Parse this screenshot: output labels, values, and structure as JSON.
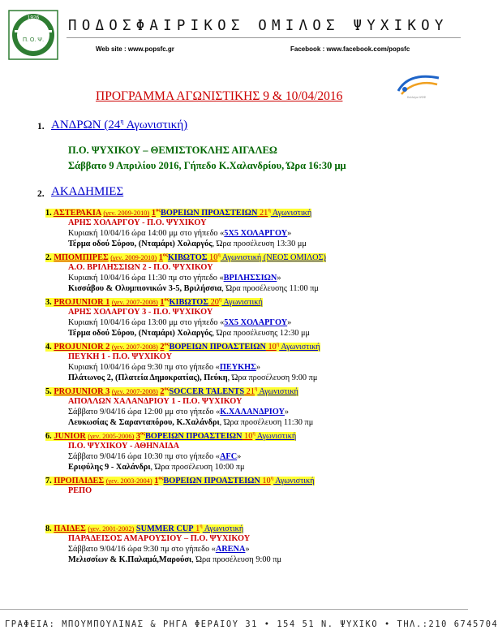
{
  "header": {
    "logo_year": "1926",
    "logo_letters": "Π. Ο.  Ψ.",
    "club_name": "ΠΟΔΟΣΦΑΙΡΙΚΟΣ ΟΜΙΛΟΣ ΨΥΧΙΚΟΥ",
    "website": "Web site : www.popsfc.gr",
    "facebook": "Facebook : www.facebook.com/popsfc",
    "sponsor_caption": "Κολλέγιο ΨΟΦ"
  },
  "title": "ΠΡΟΓΡΑΜΜΑ  ΑΓΩΝΙΣΤΙΚΗΣ 9 & 10/04/2016",
  "men": {
    "number": "1.",
    "heading": "ΑΝΔΡΩΝ (24",
    "heading_sup": "η",
    "heading_tail": " Αγωνιστική)",
    "match": "Π.Ο. ΨΥΧΙΚΟΥ – ΘΕΜΙΣΤΟΚΛΗΣ ΑΙΓΑΛΕΩ",
    "details": "Σάββατο 9 Απριλίου 2016,  Γήπεδο Κ.Χαλανδρίου,  Ώρα 16:30 μμ"
  },
  "academies": {
    "number": "2.",
    "heading": "ΑΚΑΔΗΜΙΕΣ",
    "items": [
      {
        "num": "1.",
        "team": "ΑΣΤΕΡΑΚΙΑ",
        "gen": "(γεν. 2009-2010)",
        "league_pre": "1",
        "league_sup": "ος",
        "league": "ΒΟΡΕΙΩΝ ΠΡΟΑΣΤΕΙΩΝ",
        "round_pre": " 21",
        "round_sup": "η",
        "round_post": " Αγωνιστική",
        "match": "ΑΡΗΣ ΧΟΛΑΡΓΟΥ - Π.Ο. ΨΥΧΙΚΟΥ",
        "when_pre": "Κυριακή 10/04/16 ώρα 14:00 μμ στο γήπεδο «",
        "venue": "5Χ5 ΧΟΛΑΡΓΟΥ",
        "when_post": "»",
        "addr_bold": "Τέρμα οδού Σύρου, (Νταμάρι) Χολαργός",
        "addr_rest": ", Ώρα προσέλευση 13:30 μμ"
      },
      {
        "num": "2.",
        "team": "ΜΠΟΜΠΙΡΕΣ",
        "gen": "(γεν. 2009-2010)",
        "league_pre": "1",
        "league_sup": "ος",
        "league": "ΚΙΒΩΤΟΣ",
        "round_pre": " 10",
        "round_sup": "η",
        "round_post": " Αγωνιστική (ΝΕΟΣ ΟΜΙΛΟΣ)",
        "match": "Α.Ο. ΒΡΙΛΗΣΣΙΩΝ 2 - Π.Ο. ΨΥΧΙΚΟΥ",
        "when_pre": "Κυριακή 10/04/16 ώρα 11:30 πμ στο γήπεδο «",
        "venue": "ΒΡΙΛΗΣΣΙΩΝ",
        "when_post": "»",
        "addr_bold": "Κισσάβου & Ολυμπιονικών 3-5, Βριλήσσια",
        "addr_rest": ", Ώρα προσέλευσης 11:00 πμ"
      },
      {
        "num": "3.",
        "team": "PROJUNIOR  1",
        "gen": "(γεν. 2007-2008)",
        "league_pre": "1",
        "league_sup": "ος",
        "league": "ΚΙΒΩΤΟΣ",
        "round_pre": " 20",
        "round_sup": "η",
        "round_post": " Αγωνιστική",
        "match": "ΑΡΗΣ ΧΟΛΑΡΓΟΥ 3 - Π.Ο. ΨΥΧΙΚΟΥ",
        "when_pre": "Κυριακή 10/04/16 ώρα 13:00 μμ στο γήπεδο «",
        "venue": "5Χ5 ΧΟΛΑΡΓΟΥ",
        "when_post": "»",
        "addr_bold": "Τέρμα οδού Σύρου, (Νταμάρι) Χολαργός",
        "addr_rest": ", Ώρα προσέλευσης 12:30 μμ"
      },
      {
        "num": "4.",
        "team": "PROJUNIOR  2",
        "gen": "(γεν. 2007-2008)",
        "league_pre": "2",
        "league_sup": "ος",
        "league": "ΒΟΡΕΙΩΝ ΠΡΟΑΣΤΕΙΩΝ",
        "round_pre": " 10",
        "round_sup": "η",
        "round_post": " Αγωνιστική",
        "match": "ΠΕΥΚΗ 1 - Π.Ο. ΨΥΧΙΚΟΥ",
        "when_pre": "Κυριακή 10/04/16 ώρα 9:30 πμ στο γήπεδο «",
        "venue": "ΠΕΥΚΗΣ",
        "when_post": "»",
        "addr_bold": "Πλάτωνος 2, (Πλατεία Δημοκρατίας), Πεύκη",
        "addr_rest": ", Ώρα προσέλευση 9:00 πμ"
      },
      {
        "num": "5.",
        "team": "PROJUNIOR  3",
        "gen": "(γεν. 2007-2008)",
        "league_pre": "2",
        "league_sup": "ος",
        "league": "SOCCER TALENTS",
        "round_pre": " 21",
        "round_sup": "η",
        "round_post": " Αγωνιστική",
        "match": "ΑΠΟΛΛΩΝ ΧΑΛΑΝΔΡΙΟΥ 1 - Π.Ο. ΨΥΧΙΚΟΥ",
        "when_pre": "Σάββατο 9/04/16 ώρα 12:00 μμ στο γήπεδο «",
        "venue": "Κ.ΧΑΛΑΝΔΡΙΟΥ",
        "when_post": "»",
        "addr_bold": "Λευκωσίας & Σαρανταπόρου, Κ.Χαλάνδρι",
        "addr_rest": ", Ώρα προσέλευση  11:30 πμ"
      },
      {
        "num": "6.",
        "team": "JUNIOR",
        "gen": "(γεν. 2005-2006)",
        "league_pre": "3",
        "league_sup": "ος",
        "league": "ΒΟΡΕΙΩΝ ΠΡΟΑΣΤΕΙΩΝ",
        "round_pre": " 10",
        "round_sup": "η",
        "round_post": " Αγωνιστική",
        "match": "Π.Ο. ΨΥΧΙΚΟΥ - ΑΘΗΝΑΙΔΑ",
        "when_pre": "Σάββατο 9/04/16 ώρα 10:30 πμ στο γήπεδο «",
        "venue": "AFC",
        "when_post": "»",
        "addr_bold": "Εριφύλης 9 - Χαλάνδρι",
        "addr_rest": ", Ώρα προσέλευση 10:00 πμ"
      },
      {
        "num": "7.",
        "team": "ΠΡΟΠΑΙΔΕΣ",
        "gen": "(γεν. 2003-2004)",
        "league_pre": "1",
        "league_sup": "ος",
        "league": "ΒΟΡΕΙΩΝ ΠΡΟΑΣΤΕΙΩΝ",
        "round_pre": " 10",
        "round_sup": "η",
        "round_post": " Αγωνιστική",
        "match": "ΡΕΠΟ"
      },
      {
        "num": "8.",
        "team": "ΠΑΙΔΕΣ",
        "gen": "(γεν. 2001-2002)",
        "league_pre": "",
        "league_sup": "",
        "league": "SUMMER CUP",
        "round_pre": " 1",
        "round_sup": "η",
        "round_post": " Αγωνιστική",
        "match": "ΠΑΡΑΔΕΙΣΟΣ ΑΜΑΡΟΥΣΙΟΥ – Π.Ο. ΨΥΧΙΚΟΥ",
        "when_pre": "Σάββατο 9/04/16 ώρα 9:30 πμ στο γήπεδο «",
        "venue": "ARENA",
        "when_post": "»",
        "addr_bold": "Μελισσίων & Κ.Παλαμά,Μαρούσι",
        "addr_rest": ", Ώρα προσέλευση 9:00 πμ"
      }
    ]
  },
  "footer": "ΓΡΑΦΕΙΑ: ΜΠΟΥΜΠΟΥΛΙΝΑΣ & ΡΗΓΑ ΦΕΡΑΙΟΥ 31 • 154 51 Ν. ΨΥΧΙΚΟ • ΤΗΛ.:210 6745704",
  "colors": {
    "title_red": "#cc0000",
    "heading_blue": "#0000cc",
    "men_green": "#006600",
    "highlight_yellow": "#ffff33",
    "logo_green": "#2e7d32"
  }
}
